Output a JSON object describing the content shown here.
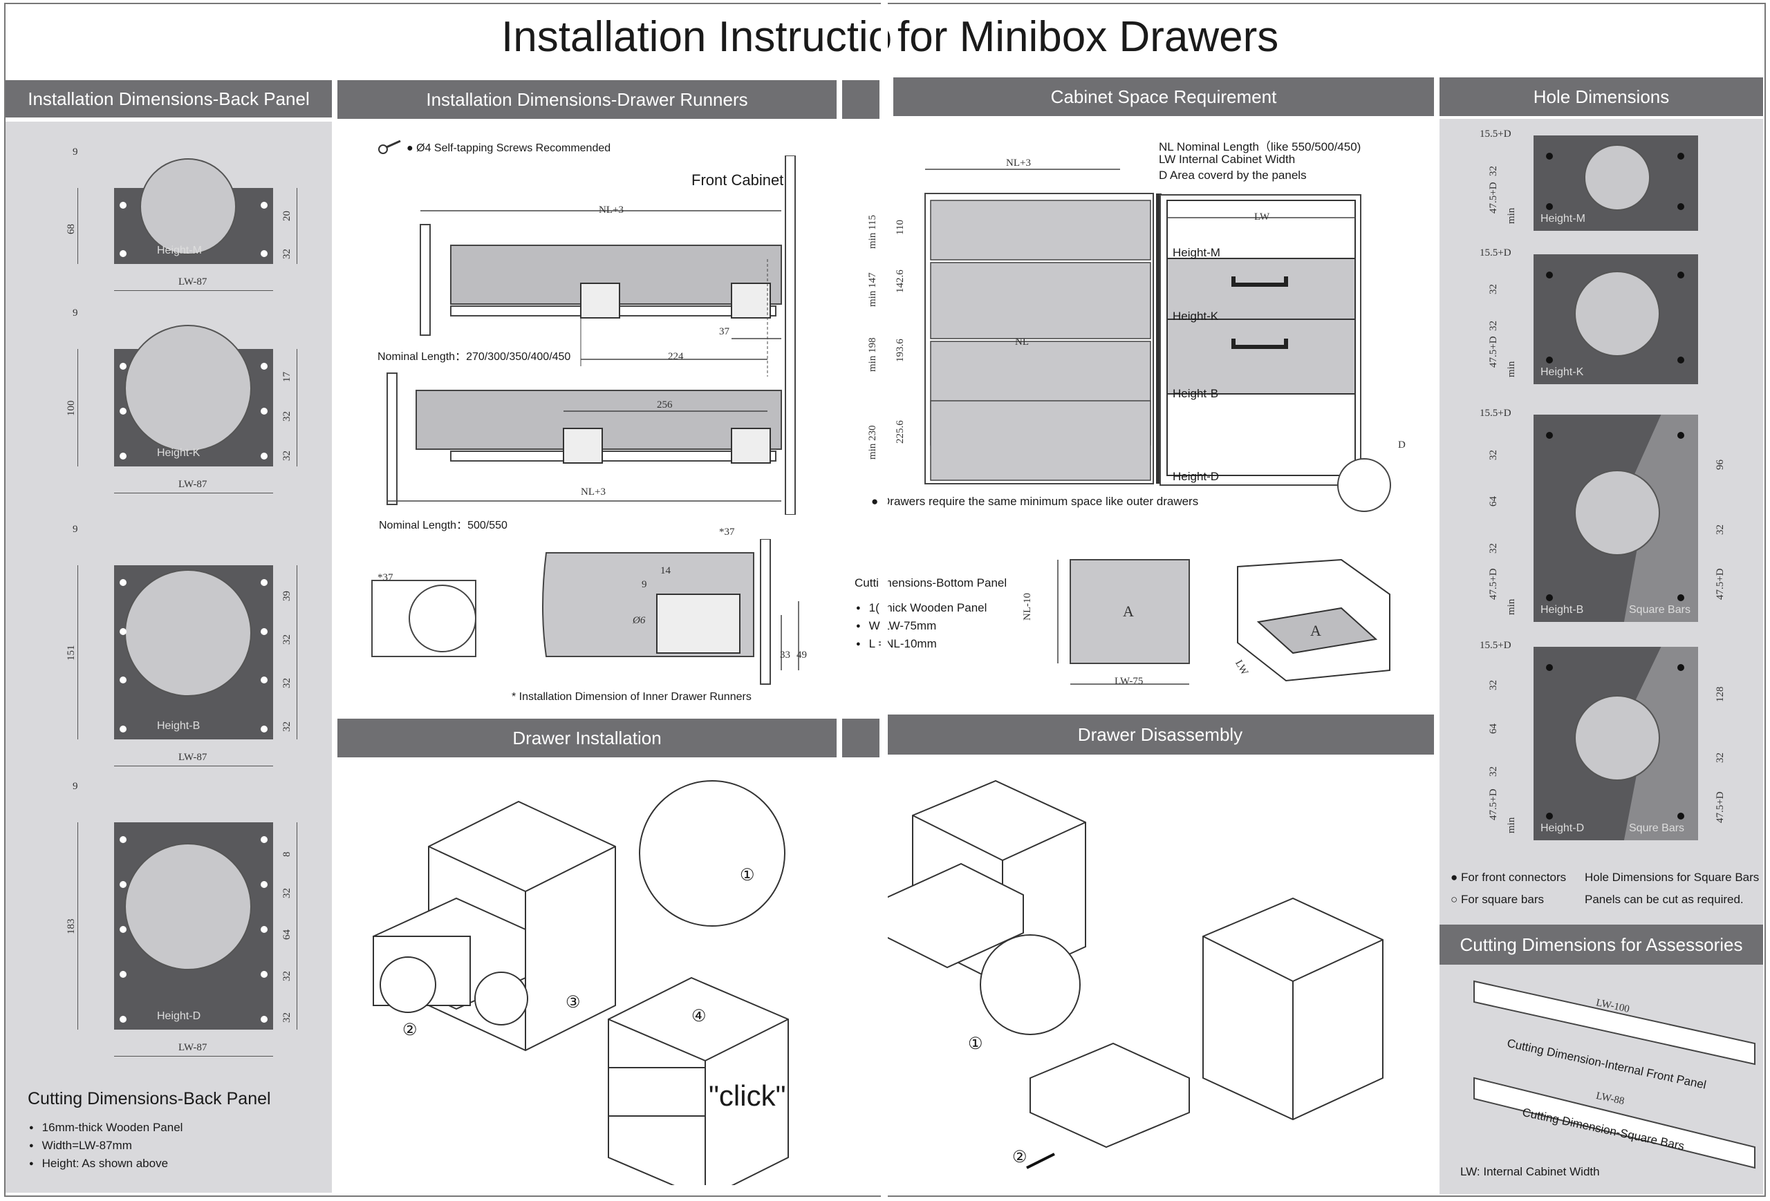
{
  "title": {
    "left": "Installation Instructio",
    "right": "for Minibox Drawers"
  },
  "headers": {
    "back_panel": "Installation Dimensions-Back Panel",
    "runners": "Installation Dimensions-Drawer Runners",
    "cabinet_space": "Cabinet Space Requirement",
    "hole_dimensions": "Hole Dimensions",
    "drawer_installation": "Drawer Installation",
    "drawer_disassembly": "Drawer Disassembly",
    "cutting_accessories": "Cutting Dimensions for Assessories"
  },
  "back_panel": {
    "heights": [
      {
        "label": "Height-M",
        "total": "68",
        "width": "LW-87",
        "offset": "9",
        "dims": [
          "20",
          "32"
        ]
      },
      {
        "label": "Height-K",
        "total": "100",
        "width": "LW-87",
        "offset": "9",
        "dims": [
          "17",
          "32",
          "32"
        ]
      },
      {
        "label": "Height-B",
        "total": "151",
        "width": "LW-87",
        "offset": "9",
        "dims": [
          "39",
          "32",
          "32",
          "32"
        ]
      },
      {
        "label": "Height-D",
        "total": "183",
        "width": "LW-87",
        "offset": "9",
        "dims": [
          "8",
          "32",
          "64",
          "32",
          "32"
        ]
      }
    ],
    "cutting_title": "Cutting Dimensions-Back Panel",
    "cutting_items": [
      "16mm-thick Wooden Panel",
      "Width=LW-87mm",
      "Height: As shown above"
    ]
  },
  "runners": {
    "screw_note": "Ø4 Self-tapping Screws Recommended",
    "front_cabinet": "Front Cabinet",
    "dim_nl3": "NL+3",
    "dim_37": "37",
    "dim_224": "224",
    "dim_256": "256",
    "nominal_1": "Nominal Length：270/300/350/400/450",
    "nominal_2": "Nominal Length：500/550",
    "inner_37a": "*37",
    "inner_37b": "*37",
    "dim_14": "14",
    "dim_9": "9",
    "dim_06": "Ø6",
    "dim_33": "33",
    "dim_49": "49",
    "inner_note": "* Installation Dimension of Inner Drawer Runners"
  },
  "cabinet_space": {
    "legend": [
      "NL  Nominal Length（like 550/500/450)",
      "LW  Internal Cabinet Width",
      "D   Area coverd by the panels"
    ],
    "dim_nl3": "NL+3",
    "dim_nl": "NL",
    "dim_lw": "LW",
    "dim_d": "D",
    "rows": [
      {
        "min": "min 115",
        "h": "110",
        "label": "Height-M"
      },
      {
        "min": "min 147",
        "h": "142.6",
        "label": "Height-K"
      },
      {
        "min": "min 198",
        "h": "193.6",
        "label": "Height-B"
      },
      {
        "min": "min 230",
        "h": "225.6",
        "label": "Height-D"
      }
    ],
    "note": "Drawers require the same minimum space like outer drawers",
    "bottom_title": "Cutti  mensions-Bottom Panel",
    "bottom_items": [
      "1(  thick Wooden Panel",
      "W  LW-75mm",
      "L  =NL-10mm"
    ],
    "bottom_a": "A",
    "bottom_nl10": "NL-10",
    "bottom_lw75": "LW-75",
    "bottom_lw": "LW"
  },
  "hole_dimensions": {
    "panels": [
      {
        "top": "15.5+D",
        "label": "Height-M",
        "dims": [
          "32",
          "47.5+D"
        ],
        "min": "min"
      },
      {
        "top": "15.5+D",
        "label": "Height-K",
        "dims": [
          "32",
          "32",
          "47.5+D"
        ],
        "min": "min"
      },
      {
        "top": "15.5+D",
        "label": "Height-B",
        "label2": "Square Bars",
        "dims": [
          "32",
          "64",
          "32",
          "47.5+D"
        ],
        "right": [
          "96",
          "32",
          "47.5+D"
        ],
        "min": "min"
      },
      {
        "top": "15.5+D",
        "label": "Height-D",
        "label2": "Squre Bars",
        "dims": [
          "32",
          "64",
          "32",
          "47.5+D"
        ],
        "right": [
          "128",
          "32",
          "47.5+D"
        ],
        "min": "min"
      }
    ],
    "legend_front": "For front connectors",
    "legend_square": "For square bars",
    "note_1": "Hole Dimensions for Square Bars",
    "note_2": "Panels can be cut as required."
  },
  "installation": {
    "steps": [
      "①",
      "②",
      "③",
      "④"
    ],
    "click": "\"click\""
  },
  "disassembly": {
    "steps": [
      "①",
      "②"
    ]
  },
  "accessories": {
    "lw100": "LW-100",
    "front_panel": "Cutting Dimension-Internal Front Panel",
    "lw88": "LW-88",
    "square_bars": "Cutting Dimension-Square Bars",
    "footer": "LW: Internal Cabinet Width"
  }
}
